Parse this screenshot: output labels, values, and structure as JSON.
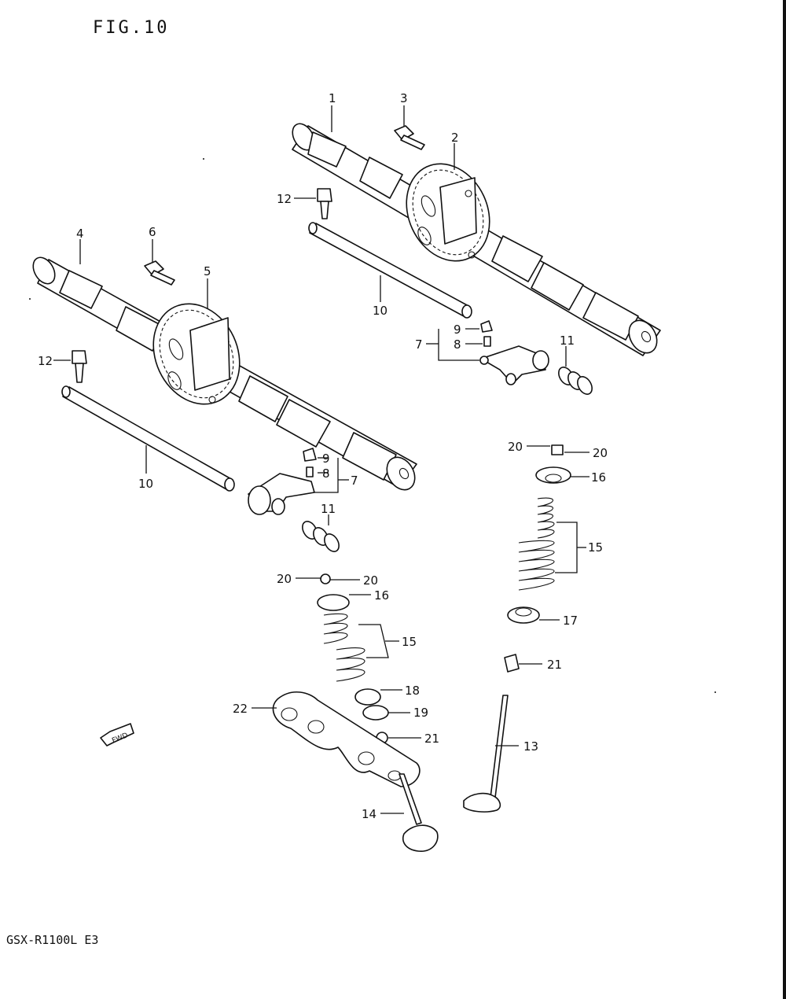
{
  "figure": {
    "title": "FIG.10",
    "model": "GSX-R1100L  E3",
    "direction_mark": "FWD"
  },
  "callouts": [
    {
      "id": "c1",
      "text": "1"
    },
    {
      "id": "c2",
      "text": "2"
    },
    {
      "id": "c3",
      "text": "3"
    },
    {
      "id": "c4",
      "text": "4"
    },
    {
      "id": "c5",
      "text": "5"
    },
    {
      "id": "c6",
      "text": "6"
    },
    {
      "id": "c7a",
      "text": "7"
    },
    {
      "id": "c7b",
      "text": "7"
    },
    {
      "id": "c8a",
      "text": "8"
    },
    {
      "id": "c8b",
      "text": "8"
    },
    {
      "id": "c9a",
      "text": "9"
    },
    {
      "id": "c9b",
      "text": "9"
    },
    {
      "id": "c10a",
      "text": "10"
    },
    {
      "id": "c10b",
      "text": "10"
    },
    {
      "id": "c11a",
      "text": "11"
    },
    {
      "id": "c11b",
      "text": "11"
    },
    {
      "id": "c12a",
      "text": "12"
    },
    {
      "id": "c12b",
      "text": "12"
    },
    {
      "id": "c13",
      "text": "13"
    },
    {
      "id": "c14",
      "text": "14"
    },
    {
      "id": "c15a",
      "text": "15"
    },
    {
      "id": "c15b",
      "text": "15"
    },
    {
      "id": "c16a",
      "text": "16"
    },
    {
      "id": "c16b",
      "text": "16"
    },
    {
      "id": "c17",
      "text": "17"
    },
    {
      "id": "c18",
      "text": "18"
    },
    {
      "id": "c19",
      "text": "19"
    },
    {
      "id": "c20a",
      "text": "20"
    },
    {
      "id": "c20b",
      "text": "20"
    },
    {
      "id": "c20c",
      "text": "20"
    },
    {
      "id": "c20d",
      "text": "20"
    },
    {
      "id": "c21a",
      "text": "21"
    },
    {
      "id": "c21b",
      "text": "21"
    },
    {
      "id": "c22",
      "text": "22"
    }
  ]
}
